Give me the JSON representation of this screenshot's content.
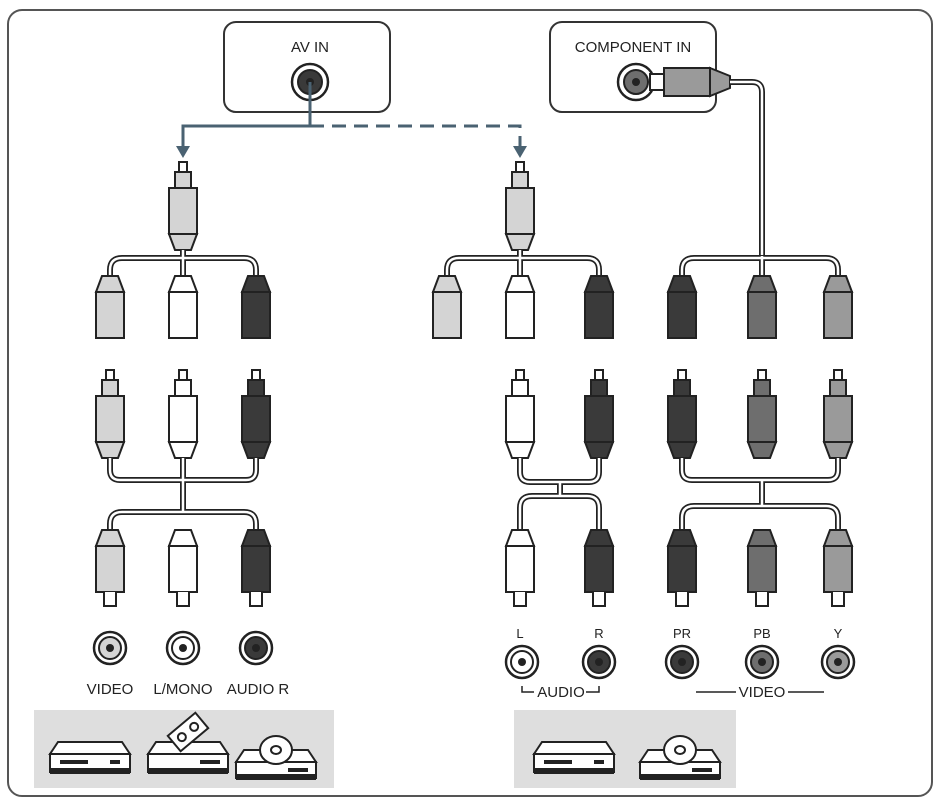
{
  "panels": {
    "av_in": {
      "title": "AV IN"
    },
    "component_in": {
      "title": "COMPONENT IN"
    }
  },
  "left_group": {
    "jacks": [
      {
        "label": "VIDEO",
        "tone": "#d4d4d4"
      },
      {
        "label": "L/MONO",
        "tone": "#ffffff"
      },
      {
        "label": "AUDIO R",
        "tone": "#3a3a3a"
      }
    ]
  },
  "right_group": {
    "audio": {
      "jacks": [
        {
          "label": "L",
          "tone": "#ffffff"
        },
        {
          "label": "R",
          "tone": "#3a3a3a"
        }
      ],
      "group_label": "AUDIO"
    },
    "video": {
      "jacks": [
        {
          "label": "PR",
          "tone": "#3a3a3a"
        },
        {
          "label": "PB",
          "tone": "#6e6e6e"
        },
        {
          "label": "Y",
          "tone": "#9a9a9a"
        }
      ],
      "group_label": "VIDEO"
    }
  },
  "colors": {
    "outline": "#222222",
    "tray": "#dedede",
    "wire_blue": "#4a6272",
    "dark": "#3a3a3a",
    "mid": "#6e6e6e",
    "light_gray": "#9a9a9a",
    "pale": "#d4d4d4"
  },
  "devices": {
    "left_tray": [
      "dvd-player-icon",
      "camcorder-icon",
      "disc-player-icon"
    ],
    "right_tray": [
      "dvd-player-icon",
      "disc-player-icon"
    ]
  }
}
